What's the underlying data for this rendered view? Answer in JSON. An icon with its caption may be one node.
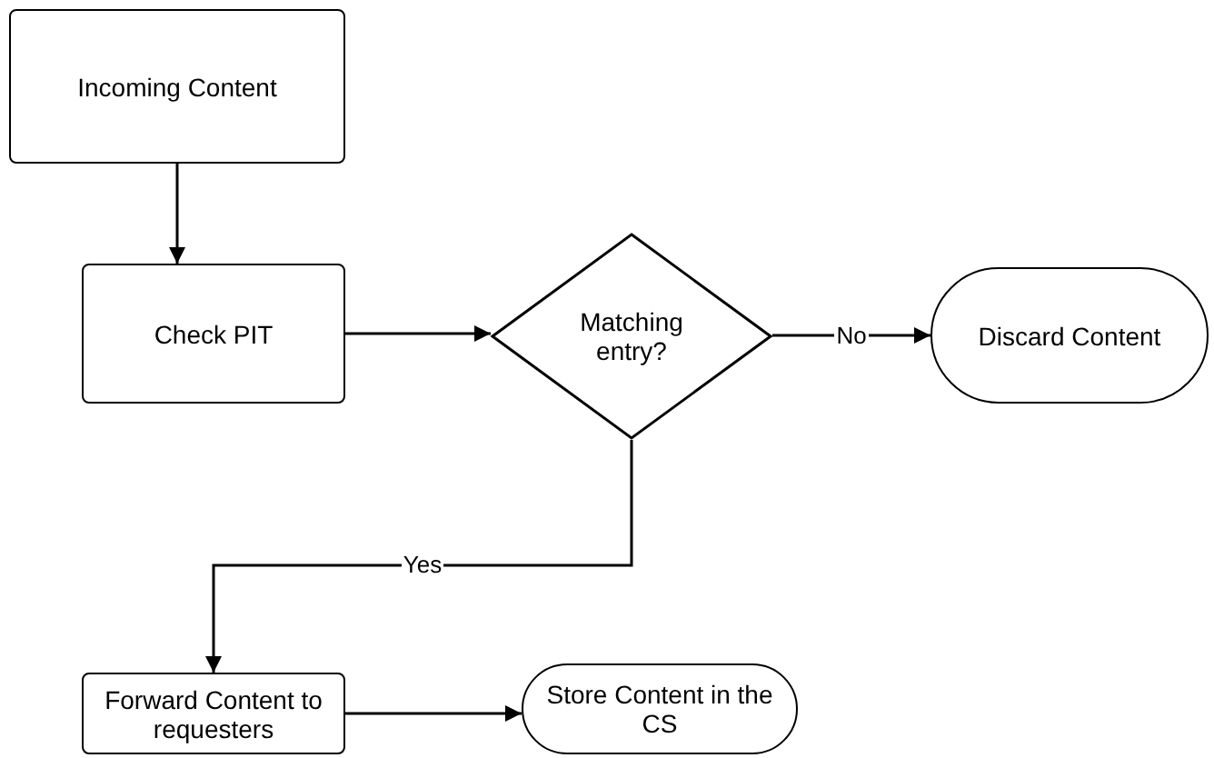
{
  "diagram": {
    "nodes": [
      {
        "text": [
          "Incoming Content"
        ]
      },
      {
        "text": [
          "Check PIT"
        ]
      },
      {
        "text": [
          "Matching entry?"
        ]
      },
      {
        "text": [
          "Discard Content"
        ]
      },
      {
        "text": [
          "Forward Content to requesters"
        ]
      },
      {
        "text": [
          "Store Content in the CS"
        ]
      }
    ],
    "edges": [
      {
        "from": 0,
        "to": 1,
        "arrow": "to"
      },
      {
        "from": 1,
        "to": 2,
        "arrow": "to"
      },
      {
        "from": 2,
        "to": 3,
        "arrow": "to",
        "label": "No"
      },
      {
        "from": 2,
        "to": 4,
        "arrow": "to",
        "label": "Yes"
      },
      {
        "from": 4,
        "to": 5,
        "arrow": "to"
      }
    ]
  }
}
